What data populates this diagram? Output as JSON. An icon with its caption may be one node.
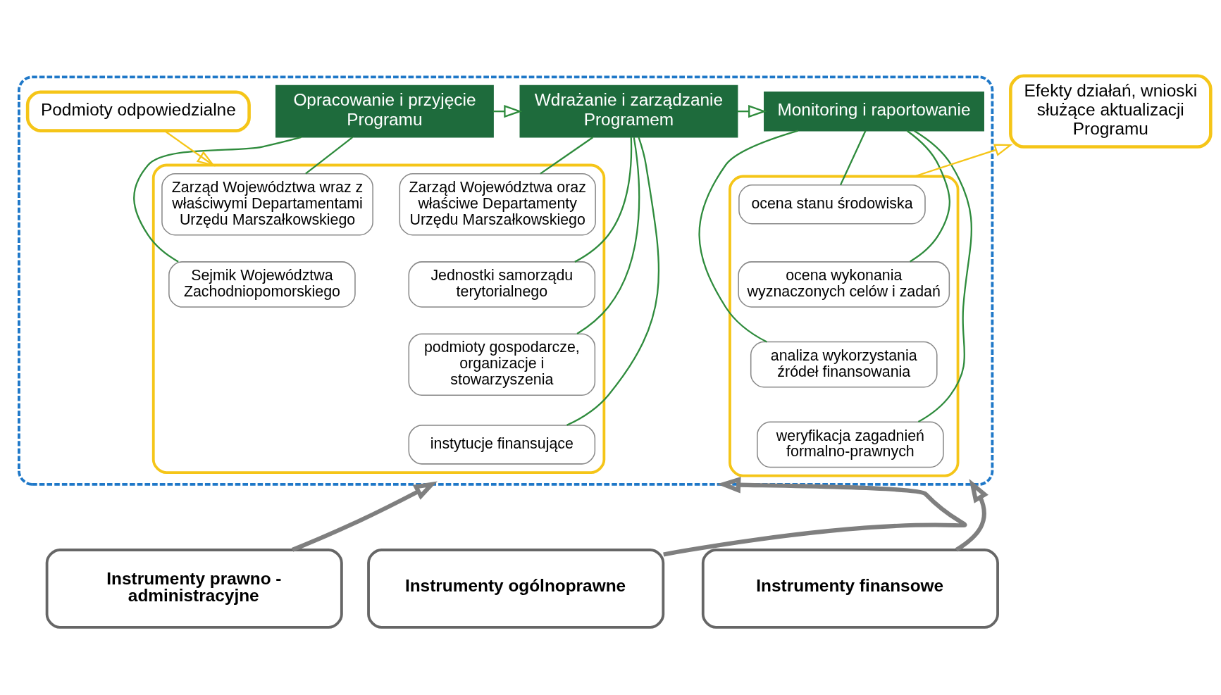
{
  "diagram": {
    "nodes": [
      {
        "text": [],
        "shape": "box"
      },
      {
        "text": [
          "Opracowanie i przyjęcie Programu"
        ],
        "in": 0
      },
      {
        "text": [
          "Wdrażanie i zarządzanie Programem"
        ],
        "in": 0
      },
      {
        "text": [
          "Monitoring i raportowanie"
        ],
        "in": 0
      },
      {
        "text": [
          "Podmioty odpowiedzialne"
        ],
        "in": 0
      },
      {
        "text": [],
        "shape": "box",
        "in": 0
      },
      {
        "text": [
          "Zarząd Województwa wraz z właściwymi Departamentami Urzędu Marszałkowskiego"
        ],
        "in": 5
      },
      {
        "text": [
          "Sejmik Województwa Zachodniopomorskiego"
        ],
        "in": 5
      },
      {
        "text": [
          "Zarząd Województwa oraz właściwe Departamenty Urzędu Marszałkowskiego"
        ],
        "in": 5
      },
      {
        "text": [
          "Jednostki samorządu terytorialnego"
        ],
        "in": 5
      },
      {
        "text": [
          "podmioty gospodarcze, organizacje i stowarzyszenia"
        ],
        "in": 5
      },
      {
        "text": [
          "instytucje finansujące"
        ],
        "in": 5
      },
      {
        "text": [],
        "shape": "box",
        "in": 0
      },
      {
        "text": [
          "ocena stanu środowiska"
        ],
        "in": 12
      },
      {
        "text": [
          "ocena wykonania wyznaczonych celów i zadań"
        ],
        "in": 12
      },
      {
        "text": [
          "analiza wykorzystania źródeł finansowania"
        ],
        "in": 12
      },
      {
        "text": [
          "weryfikacja zagadnień formalno-prawnych"
        ],
        "in": 12
      },
      {
        "text": [
          "Efekty działań, wnioski służące aktualizacji Programu"
        ]
      },
      {
        "text": [
          "Instrumenty prawno - administracyjne"
        ]
      },
      {
        "text": [
          "Instrumenty ogólnoprawne"
        ]
      },
      {
        "text": [
          "Instrumenty finansowe"
        ]
      }
    ],
    "edges": [
      {
        "from": 1,
        "to": 2,
        "arrow": "to"
      },
      {
        "from": 2,
        "to": 3,
        "arrow": "to"
      },
      {
        "from": 1,
        "to": 6,
        "arrow": "none"
      },
      {
        "from": 1,
        "to": 7,
        "arrow": "none"
      },
      {
        "from": 2,
        "to": 8,
        "arrow": "none"
      },
      {
        "from": 2,
        "to": 9,
        "arrow": "none"
      },
      {
        "from": 2,
        "to": 10,
        "arrow": "none"
      },
      {
        "from": 2,
        "to": 11,
        "arrow": "none"
      },
      {
        "from": 3,
        "to": 13,
        "arrow": "none"
      },
      {
        "from": 3,
        "to": 14,
        "arrow": "none"
      },
      {
        "from": 3,
        "to": 15,
        "arrow": "none"
      },
      {
        "from": 3,
        "to": 16,
        "arrow": "none"
      },
      {
        "from": 4,
        "to": 5,
        "arrow": "to",
        "color": "#f5c518"
      },
      {
        "from": 12,
        "to": 17,
        "arrow": "to",
        "color": "#f5c518"
      },
      {
        "from": 18,
        "to": 0,
        "arrow": "to",
        "style": "thick",
        "color": "#7f7f7f"
      },
      {
        "from": 19,
        "to": 0,
        "arrow": "to",
        "style": "thick",
        "color": "#7f7f7f"
      },
      {
        "from": 20,
        "to": 0,
        "arrow": "to",
        "style": "thick",
        "color": "#7f7f7f"
      }
    ]
  }
}
